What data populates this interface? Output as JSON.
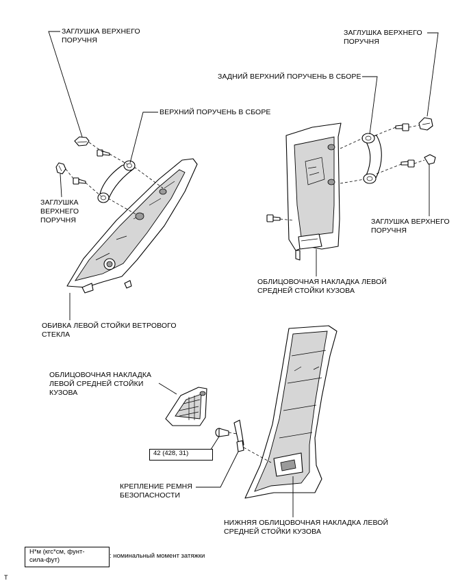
{
  "labels": {
    "cap_top_left": [
      "ЗАГЛУШКА ВЕРХНЕГО",
      "ПОРУЧНЯ"
    ],
    "cap_top_right": [
      "ЗАГЛУШКА ВЕРХНЕГО",
      "ПОРУЧНЯ"
    ],
    "rear_grip": [
      "ЗАДНИЙ ВЕРХНИЙ ПОРУЧЕНЬ В СБОРЕ"
    ],
    "upper_grip": [
      "ВЕРХНИЙ ПОРУЧЕНЬ В СБОРЕ"
    ],
    "cap_left": [
      "ЗАГЛУШКА",
      "ВЕРХНЕГО",
      "ПОРУЧНЯ"
    ],
    "cap_right": [
      "ЗАГЛУШКА ВЕРХНЕГО",
      "ПОРУЧНЯ"
    ],
    "center_pillar_upper": [
      "ОБЛИЦОВОЧНАЯ НАКЛАДКА ЛЕВОЙ",
      "СРЕДНЕЙ СТОЙКИ КУЗОВА"
    ],
    "windshield_pillar": [
      "ОБИВКА ЛЕВОЙ СТОЙКИ ВЕТРОВОГО",
      "СТЕКЛА"
    ],
    "center_pillar_small": [
      "ОБЛИЦОВОЧНАЯ НАКЛАДКА",
      "ЛЕВОЙ СРЕДНЕЙ СТОЙКИ",
      "КУЗОВА"
    ],
    "seatbelt_anchor": [
      "КРЕПЛЕНИЕ РЕМНЯ",
      "БЕЗОПАСНОСТИ"
    ],
    "center_pillar_lower": [
      "НИЖНЯЯ ОБЛИЦОВОЧНАЯ НАКЛАДКА ЛЕВОЙ",
      "СРЕДНЕЙ СТОЙКИ КУЗОВА"
    ]
  },
  "torque_spec": "42 (428, 31)",
  "legend": {
    "unit_box": [
      "Н*м (кгс*см, фунт-",
      "сила-фут)"
    ],
    "description": ": номинальный момент затяжки"
  },
  "corner_mark": "T"
}
